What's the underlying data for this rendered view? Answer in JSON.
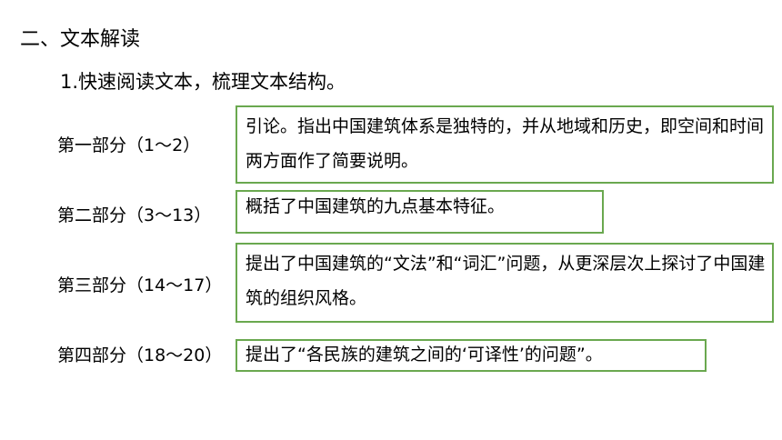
{
  "section_heading": "二、文本解读",
  "task": "1.快速阅读文本，梳理文本结构。",
  "parts": [
    {
      "label": "第一部分（1～2）",
      "content": "引论。指出中国建筑体系是独特的，并从地域和历史，即空间和时间两方面作了简要说明。"
    },
    {
      "label": "第二部分（3～13）",
      "content": "概括了中国建筑的九点基本特征。"
    },
    {
      "label": "第三部分（14～17）",
      "content": "提出了中国建筑的“文法”和“词汇”问题，从更深层次上探讨了中国建筑的组织风格。"
    },
    {
      "label": "第四部分（18～20）",
      "content": "提出了“各民族的建筑之间的‘可译性’的问题”。"
    }
  ],
  "colors": {
    "box_border": "#6aa84f",
    "text": "#000000",
    "background": "#ffffff"
  }
}
